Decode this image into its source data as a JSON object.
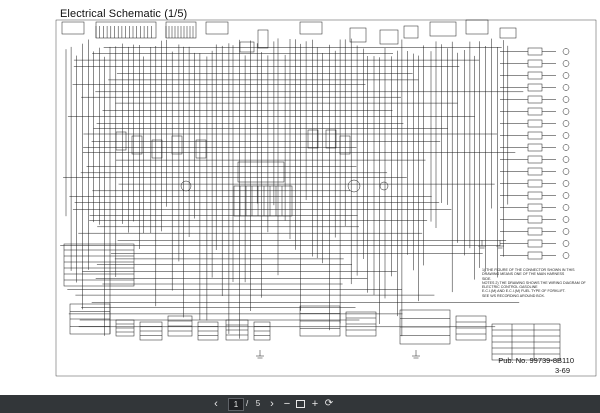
{
  "document": {
    "title": "Electrical Schematic (1/5)",
    "pub_no": "Pub. No. 99739-8B110",
    "page_number": "3-69"
  },
  "notes": {
    "lines": [
      "1) THE FIGURE OF THE CONNECTOR SHOWN IN THIS",
      "DRAWING MEANS ONE OF THE MAIN HARNESS",
      "SIDE.",
      "NOTES 2) THE DRAWING SHOWS THE WIRING DIAGRAM OF",
      "ELECTRIC CONTROL GASOLINE",
      "E.C.I.(M) AND E.C.I.(M) FUEL TYPE OF FORKLIFT.",
      "SEE WS RECORDING AROUND BOX."
    ]
  },
  "toolbar": {
    "prev_symbol": "‹",
    "current_page": "1",
    "page_sep": "/",
    "total_pages": "5",
    "next_symbol": "›",
    "zoom_out_symbol": "−",
    "zoom_in_symbol": "+",
    "rotate_symbol": "⟳"
  },
  "colors": {
    "wire": "#1a1a1a",
    "toolbar_bg": "#323639",
    "toolbar_text": "#e8e8e8"
  }
}
